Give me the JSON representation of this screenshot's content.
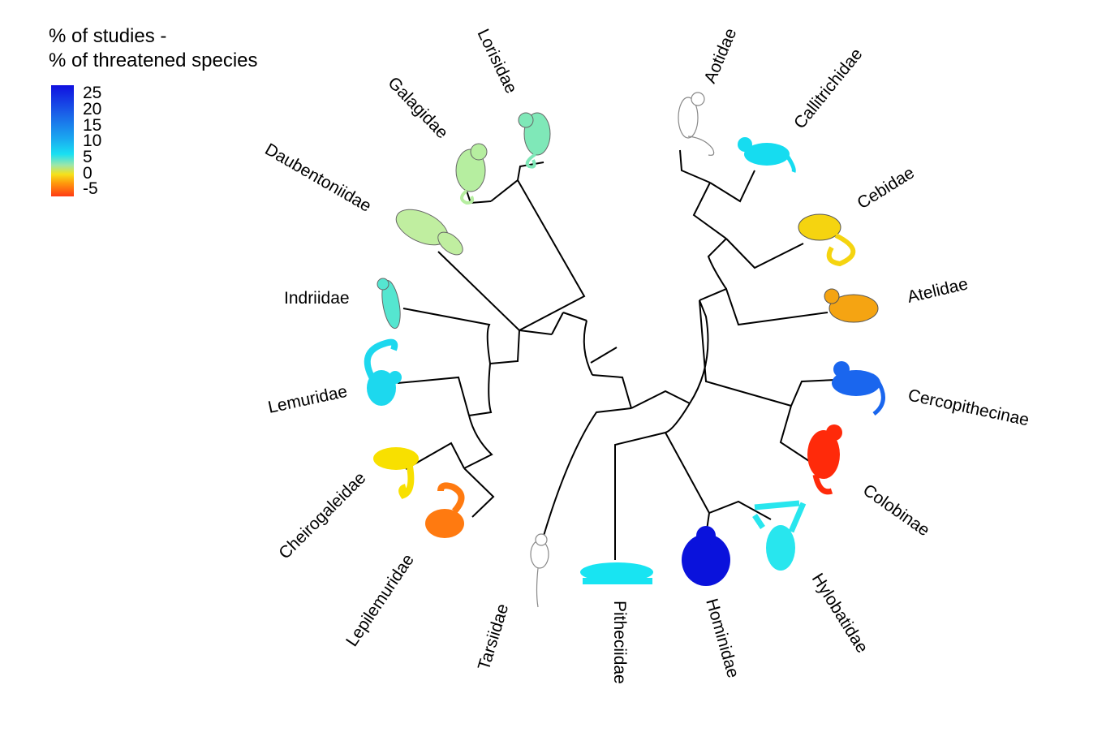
{
  "legend": {
    "title_line1": "% of studies -",
    "title_line2": "% of threatened species",
    "ticks": [
      "25",
      "20",
      "15",
      "10",
      "5",
      "0",
      "-5"
    ]
  },
  "taxa": [
    {
      "name": "Lorisidae",
      "color": "#7fe8b8"
    },
    {
      "name": "Galagidae",
      "color": "#b6eea0"
    },
    {
      "name": "Daubentoniidae",
      "color": "#c0eea0"
    },
    {
      "name": "Indriidae",
      "color": "#55e6d0"
    },
    {
      "name": "Lemuridae",
      "color": "#1dd8ee"
    },
    {
      "name": "Cheirogaleidae",
      "color": "#f8e000"
    },
    {
      "name": "Lepilemuridae",
      "color": "#ff7a10"
    },
    {
      "name": "Tarsiidae",
      "color": "#ffffff"
    },
    {
      "name": "Pitheciidae",
      "color": "#18e4f2"
    },
    {
      "name": "Hominidae",
      "color": "#0a12dc"
    },
    {
      "name": "Hylobatidae",
      "color": "#28e6ee"
    },
    {
      "name": "Colobinae",
      "color": "#ff2a0a"
    },
    {
      "name": "Cercopithecinae",
      "color": "#1a66ee"
    },
    {
      "name": "Atelidae",
      "color": "#f5a412"
    },
    {
      "name": "Cebidae",
      "color": "#f5d410"
    },
    {
      "name": "Callitrichidae",
      "color": "#16dcf0"
    },
    {
      "name": "Aotidae",
      "color": "#ffffff"
    }
  ]
}
